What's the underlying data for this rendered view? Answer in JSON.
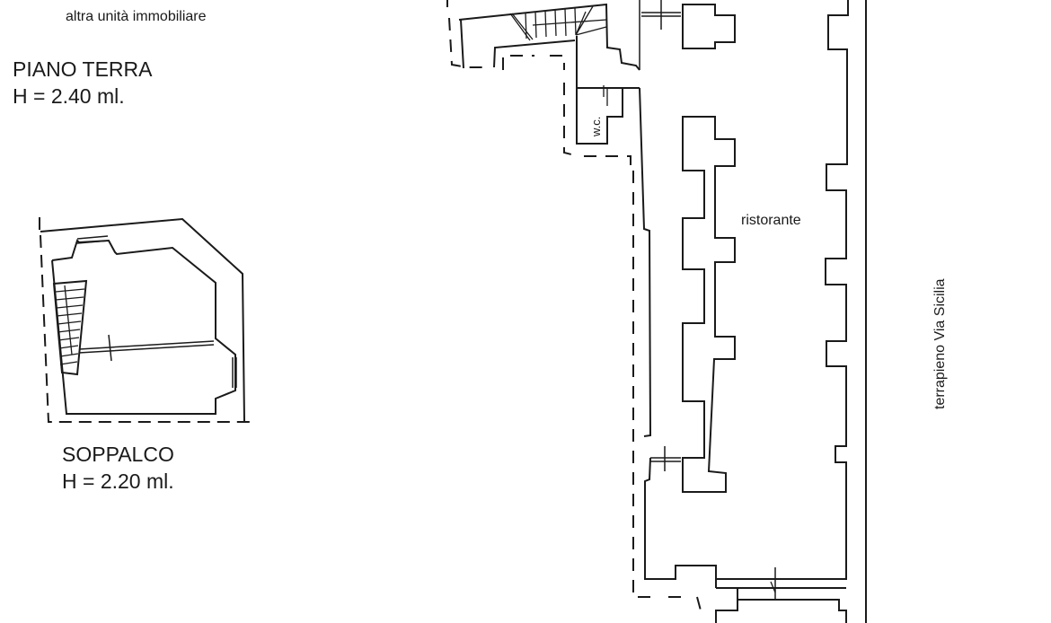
{
  "labels": {
    "other_unit": "altra unità immobiliare",
    "ground_floor_title": "PIANO TERRA",
    "ground_floor_height": "H = 2.40 ml.",
    "mezzanine_title": "SOPPALCO",
    "mezzanine_height": "H = 2.20 ml.",
    "restaurant_room": "ristorante",
    "wc_room": "w.c.",
    "street": "terrapieno Via Sicilia"
  },
  "colors": {
    "line": "#1a1a1a",
    "background": "#ffffff"
  }
}
